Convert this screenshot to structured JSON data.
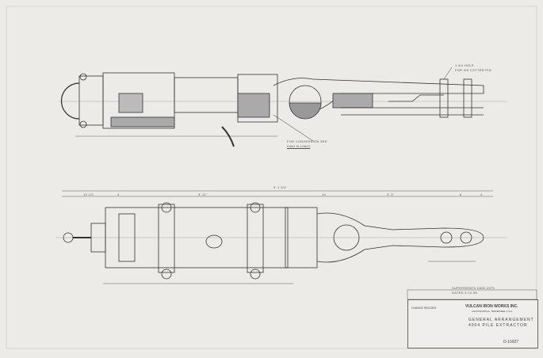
{
  "drawing": {
    "notes": {
      "conversion": "FOR CONVERSION SEE",
      "conversion_dwg": "DWG B-10622",
      "hole": "1 3/4 HOLE",
      "cotter": "FOR 3/8 COTTER PIN",
      "supersedes": "SUPERSEDES DWG 2979",
      "dated": "DATED 3-12-55"
    },
    "dimensions": {
      "overall": "9'-1 3/4\"",
      "d1": "13 1/2",
      "d2": "4",
      "d3": "3'-11\"",
      "d4": "14",
      "d5": "3'-3\"",
      "d6": "6",
      "d7": "4"
    }
  },
  "title_block": {
    "company": "VULCAN IRON WORKS INC.",
    "location": "CHATTANOOGA, TENNESSEE U.S.A.",
    "title1": "GENERAL ARRANGEMENT",
    "title2": "4004 PILE EXTRACTOR",
    "change_record": "CHANGE RECORD",
    "dwg_no": "D-10927"
  }
}
